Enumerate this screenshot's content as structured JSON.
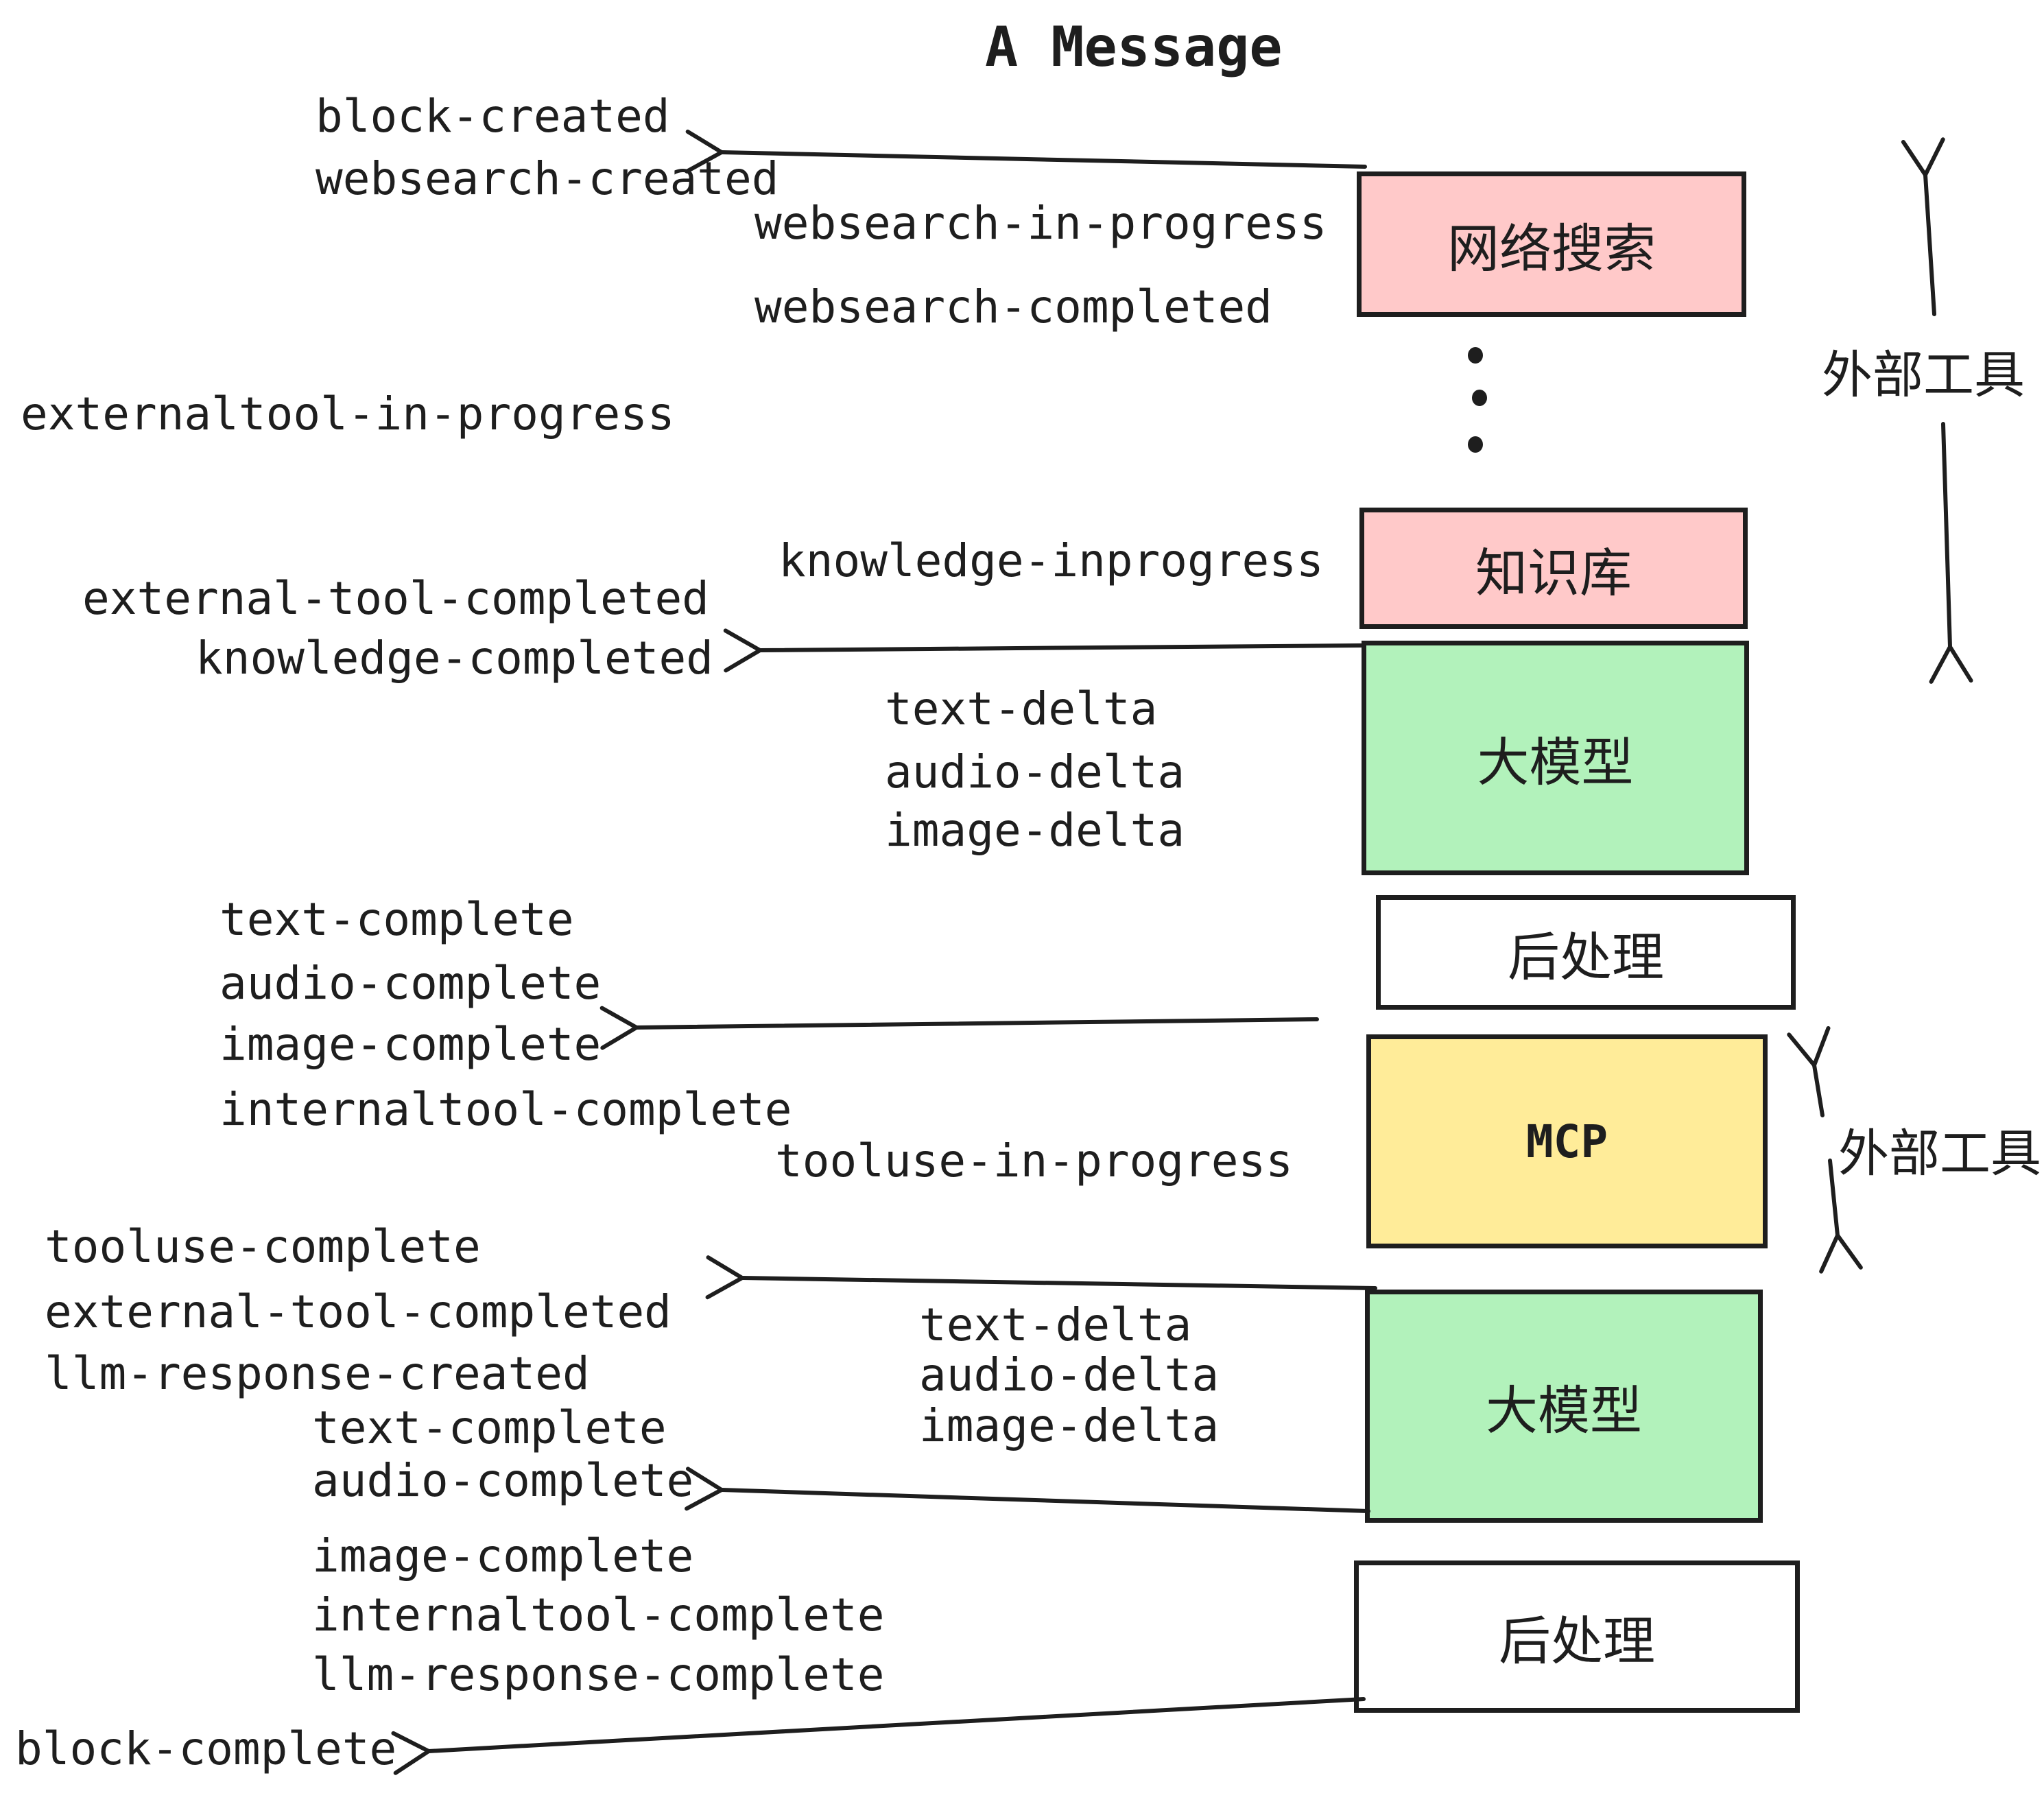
{
  "title": "A Message",
  "events": {
    "block_created": "block-created",
    "websearch_created": "websearch-created",
    "websearch_in_progress": "websearch-in-progress",
    "websearch_completed": "websearch-completed",
    "externaltool_in_progress": "externaltool-in-progress",
    "knowledge_inprogress": "knowledge-inprogress",
    "external_tool_completed": "external-tool-completed",
    "knowledge_completed": "knowledge-completed",
    "text_delta": "text-delta",
    "audio_delta": "audio-delta",
    "image_delta": "image-delta",
    "text_complete": "text-complete",
    "audio_complete": "audio-complete",
    "image_complete": "image-complete",
    "internaltool_complete": "internaltool-complete",
    "tooluse_in_progress": "tooluse-in-progress",
    "tooluse_complete": "tooluse-complete",
    "external_tool_completed_2": "external-tool-completed",
    "llm_response_created": "llm-response-created",
    "text_delta_2": "text-delta",
    "audio_delta_2": "audio-delta",
    "image_delta_2": "image-delta",
    "text_complete_2": "text-complete",
    "audio_complete_2": "audio-complete",
    "image_complete_2": "image-complete",
    "internaltool_complete_2": "internaltool-complete",
    "llm_response_complete": "llm-response-complete",
    "block_complete": "block-complete"
  },
  "boxes": [
    {
      "label": "网络搜索",
      "color": "#ffc9c9"
    },
    {
      "label": "知识库",
      "color": "#ffc9c9"
    },
    {
      "label": "大模型",
      "color": "#b2f2bb"
    },
    {
      "label": "后处理",
      "color": "#ffffff"
    },
    {
      "label": "MCP",
      "color": "#ffec99"
    },
    {
      "label": "大模型",
      "color": "#b2f2bb"
    },
    {
      "label": "后处理",
      "color": "#ffffff"
    }
  ],
  "annotations": {
    "external_tools_top": "外部工具",
    "external_tools_bottom": "外部工具"
  },
  "colors": {
    "stroke": "#1e1e1e",
    "pink": "#ffc9c9",
    "green": "#b2f2bb",
    "yellow": "#ffec99",
    "white": "#ffffff",
    "background": "#ffffff"
  }
}
